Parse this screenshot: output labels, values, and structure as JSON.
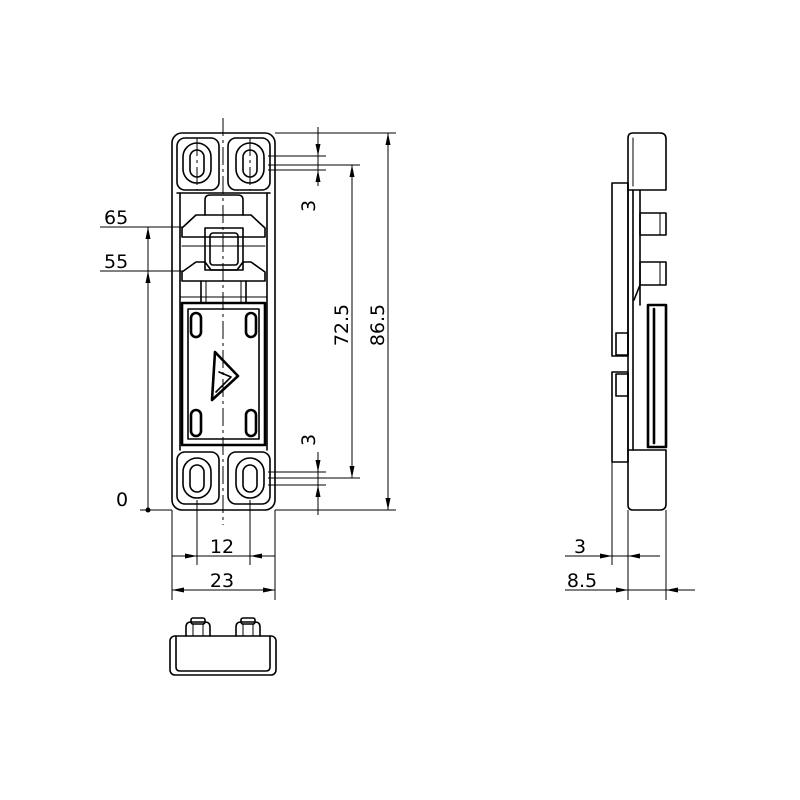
{
  "dimensions": {
    "dim_65": "65",
    "dim_55": "55",
    "dim_0": "0",
    "dim_3_top": "3",
    "dim_3_bottom": "3",
    "dim_72_5": "72.5",
    "dim_86_5": "86.5",
    "dim_12": "12",
    "dim_23": "23",
    "dim_3_side": "3",
    "dim_8_5": "8.5"
  },
  "colors": {
    "line": "#000000",
    "background": "#ffffff"
  }
}
